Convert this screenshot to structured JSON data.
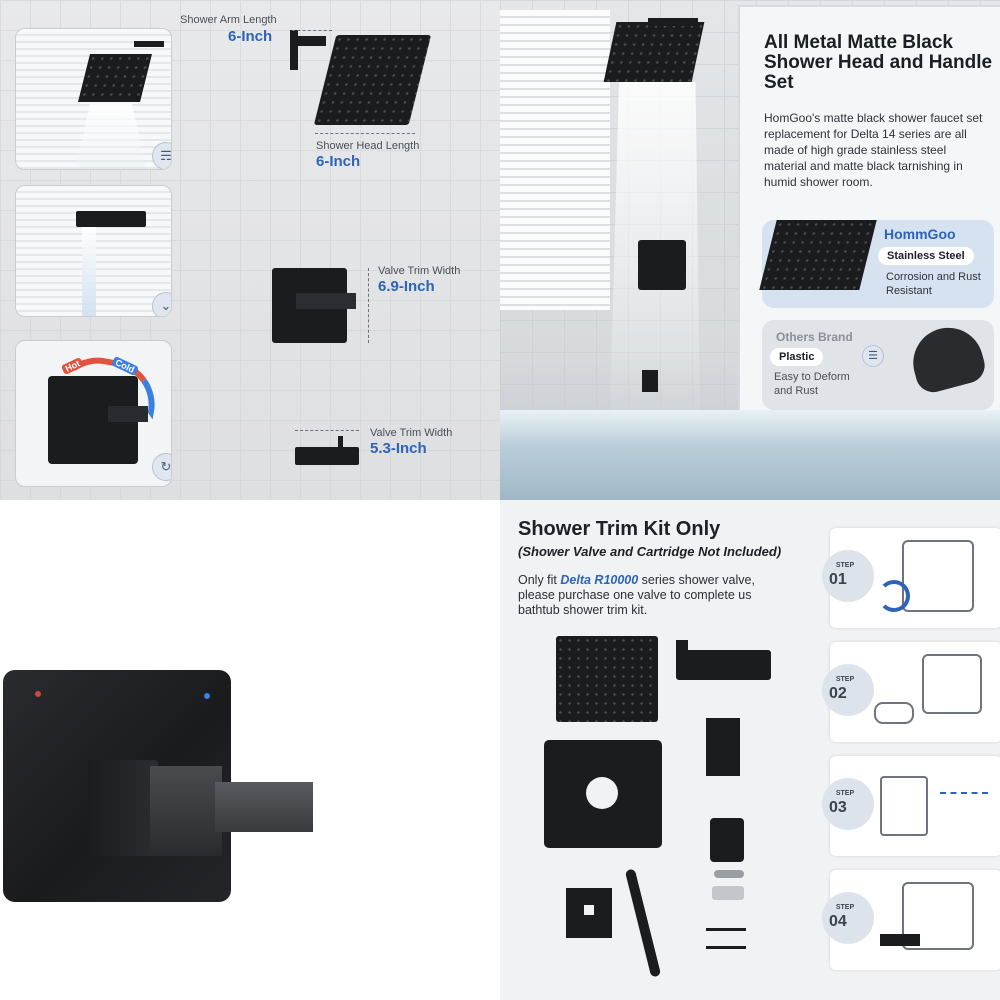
{
  "dimensions": {
    "arm_label": "Shower Arm Length",
    "arm_value": "6-Inch",
    "head_label": "Shower Head Length",
    "head_value": "6-Inch",
    "valve_label": "Valve Trim Width",
    "valve_value": "6.9-Inch",
    "spout_label": "Valve Trim Width",
    "spout_value": "5.3-Inch",
    "hot_label": "Hot",
    "cold_label": "Cold"
  },
  "feature": {
    "title": "All Metal Matte Black Shower Head and Handle Set",
    "description": "HomGoo's matte black shower faucet set replacement for Delta 14 series are all made of high grade stainless steel material and matte black tarnishing in humid shower room.",
    "ours_brand": "HommGoo",
    "ours_material": "Stainless Steel",
    "ours_note": "Corrosion and Rust Resistant",
    "others_brand": "Others Brand",
    "others_material": "Plastic",
    "others_note": "Easy to Deform and Rust"
  },
  "kit": {
    "title": "Shower Trim Kit Only",
    "subtitle": "(Shower Valve and Cartridge Not Included)",
    "desc_prefix": "Only fit ",
    "desc_series": "Delta R10000",
    "desc_suffix": " series shower valve, please purchase one valve to complete us bathtub shower trim kit.",
    "step_label": "STEP",
    "steps": [
      "01",
      "02",
      "03",
      "04"
    ]
  },
  "colors": {
    "accent_blue": "#2d63b8",
    "matte_black": "#1b1c1e",
    "hot_red": "#e2533f",
    "cold_blue": "#3b7fe0"
  },
  "icons": [
    "shower-icon",
    "faucet-icon",
    "rotate-icon",
    "layers-icon"
  ]
}
